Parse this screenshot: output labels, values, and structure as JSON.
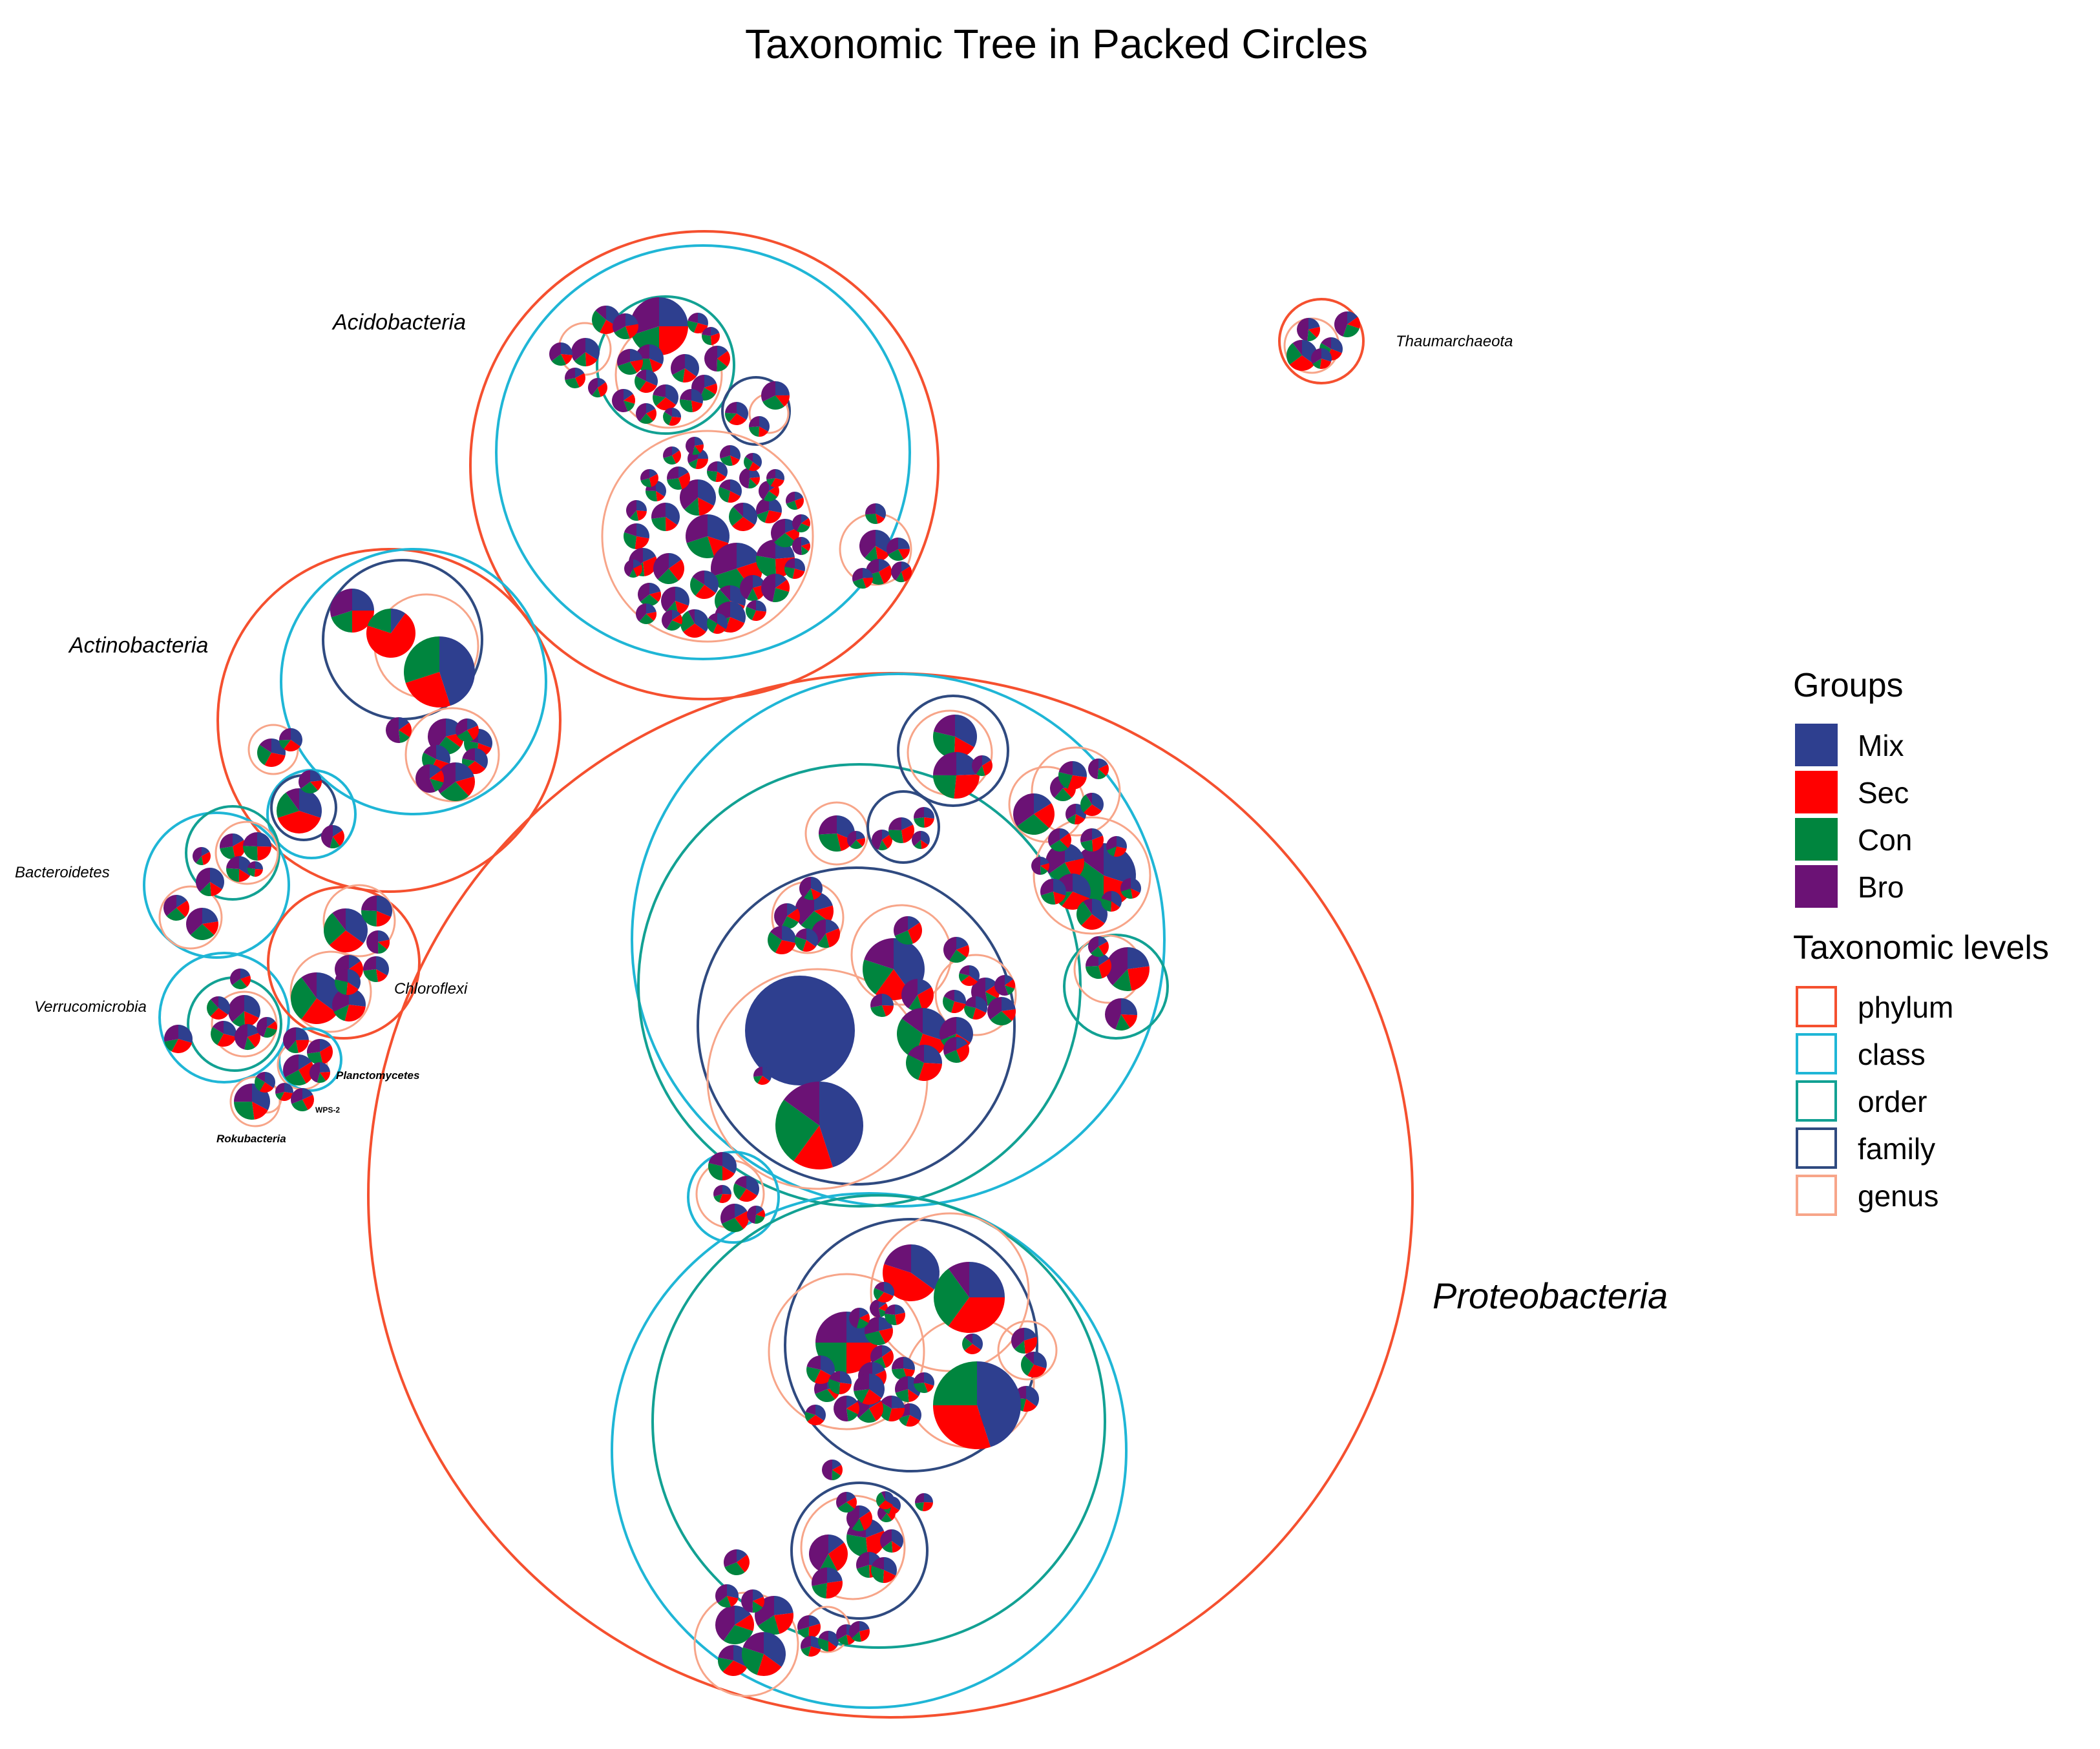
{
  "title": "Taxonomic Tree in Packed Circles",
  "colors": {
    "groups": {
      "Mix": "#2e3f8f",
      "Sec": "#ff0000",
      "Con": "#00853e",
      "Bro": "#6b1275"
    },
    "levels": {
      "phylum": "#f5502f",
      "class": "#1fb6d6",
      "order": "#12a193",
      "family": "#2f4a80",
      "genus": "#f7a589"
    }
  },
  "phyla": {
    "acidobacteria": "Acidobacteria",
    "actinobacteria": "Actinobacteria",
    "bacteroidetes": "Bacteroidetes",
    "verrucomicrobia": "Verrucomicrobia",
    "chloroflexi": "Chloroflexi",
    "planctomycetes": "Planctomycetes",
    "wps2": "WPS-2",
    "rokubacteria": "Rokubacteria",
    "thaumarchaeota": "Thaumarchaeota",
    "proteobacteria": "Proteobacteria"
  },
  "legend": {
    "groups_title": "Groups",
    "groups": [
      {
        "label": "Mix",
        "color": "#2e3f8f"
      },
      {
        "label": "Sec",
        "color": "#ff0000"
      },
      {
        "label": "Con",
        "color": "#00853e"
      },
      {
        "label": "Bro",
        "color": "#6b1275"
      }
    ],
    "levels_title": "Taxonomic levels",
    "levels": [
      {
        "label": "phylum",
        "color": "#f5502f"
      },
      {
        "label": "class",
        "color": "#1fb6d6"
      },
      {
        "label": "order",
        "color": "#12a193"
      },
      {
        "label": "family",
        "color": "#2f4a80"
      },
      {
        "label": "genus",
        "color": "#f7a589"
      }
    ]
  }
}
